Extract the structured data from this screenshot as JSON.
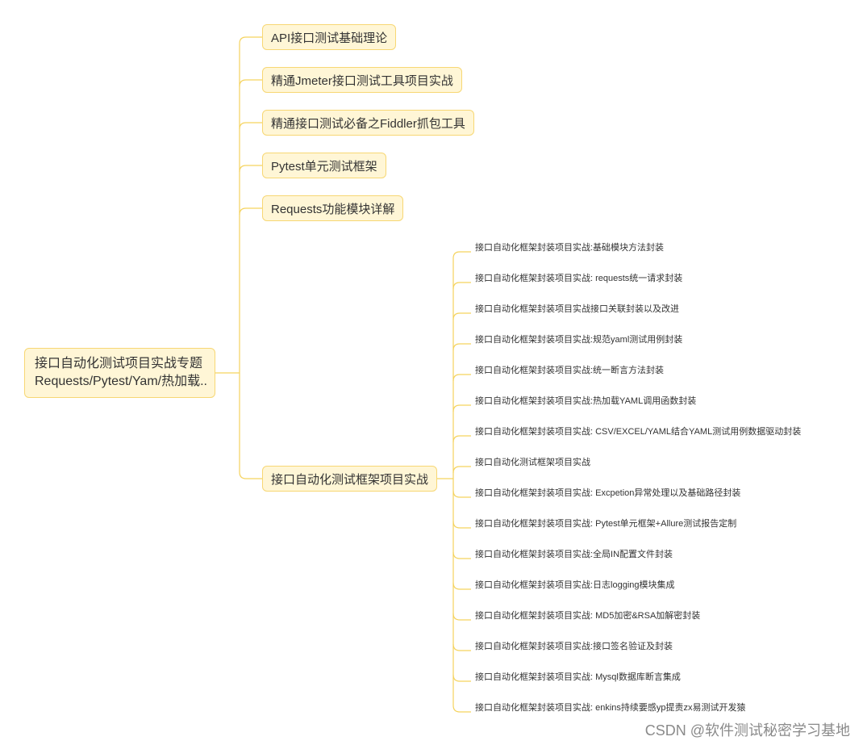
{
  "root": {
    "line1": "接口自动化测试项目实战专题",
    "line2": "Requests/Pytest/Yam/热加载.."
  },
  "branches": [
    "API接口测试基础理论",
    "精通Jmeter接口测试工具项目实战",
    "精通接口测试必备之Fiddler抓包工具",
    "Pytest单元测试框架",
    "Requests功能模块详解",
    "接口自动化测试框架项目实战"
  ],
  "leaves": [
    "接口自动化框架封装项目实战:基础模块方法封装",
    "接口自动化框架封装项目实战: requests统一请求封装",
    "接口自动化框架封装项目实战接口关联封装以及改进",
    "接口自动化框架封装项目实战:规范yaml测试用例封装",
    "接口自动化框架封装项目实战:统一断言方法封装",
    "接口自动化框架封装项目实战:热加载YAML调用函数封装",
    "接口自动化框架封装项目实战: CSV/EXCEL/YAML结合YAML测试用例数据驱动封装",
    "接口自动化测试框架项目实战",
    "接口自动化框架封装项目实战: Excpetion异常处理以及基础路径封装",
    "接口自动化框架封装项目实战: Pytest单元框架+Allure测试报告定制",
    "接口自动化框架封装项目实战:全局IN配置文件封装",
    "接口自动化框架封装项目实战:日志logging模块集成",
    "接口自动化框架封装项目实战: MD5加密&RSA加解密封装",
    "接口自动化框架封装项目实战:接口签名验证及封装",
    "接口自动化框架封装项目实战: Mysql数据库断言集成",
    "接口自动化框架封装项目实战: enkins持续要感yp提责zx易测试开发猿"
  ],
  "watermark": "CSDN @软件测试秘密学习基地",
  "colors": {
    "node_fill": "#fff6d6",
    "node_border": "#f7d774",
    "connector": "#f5d35e",
    "text": "#333333"
  }
}
